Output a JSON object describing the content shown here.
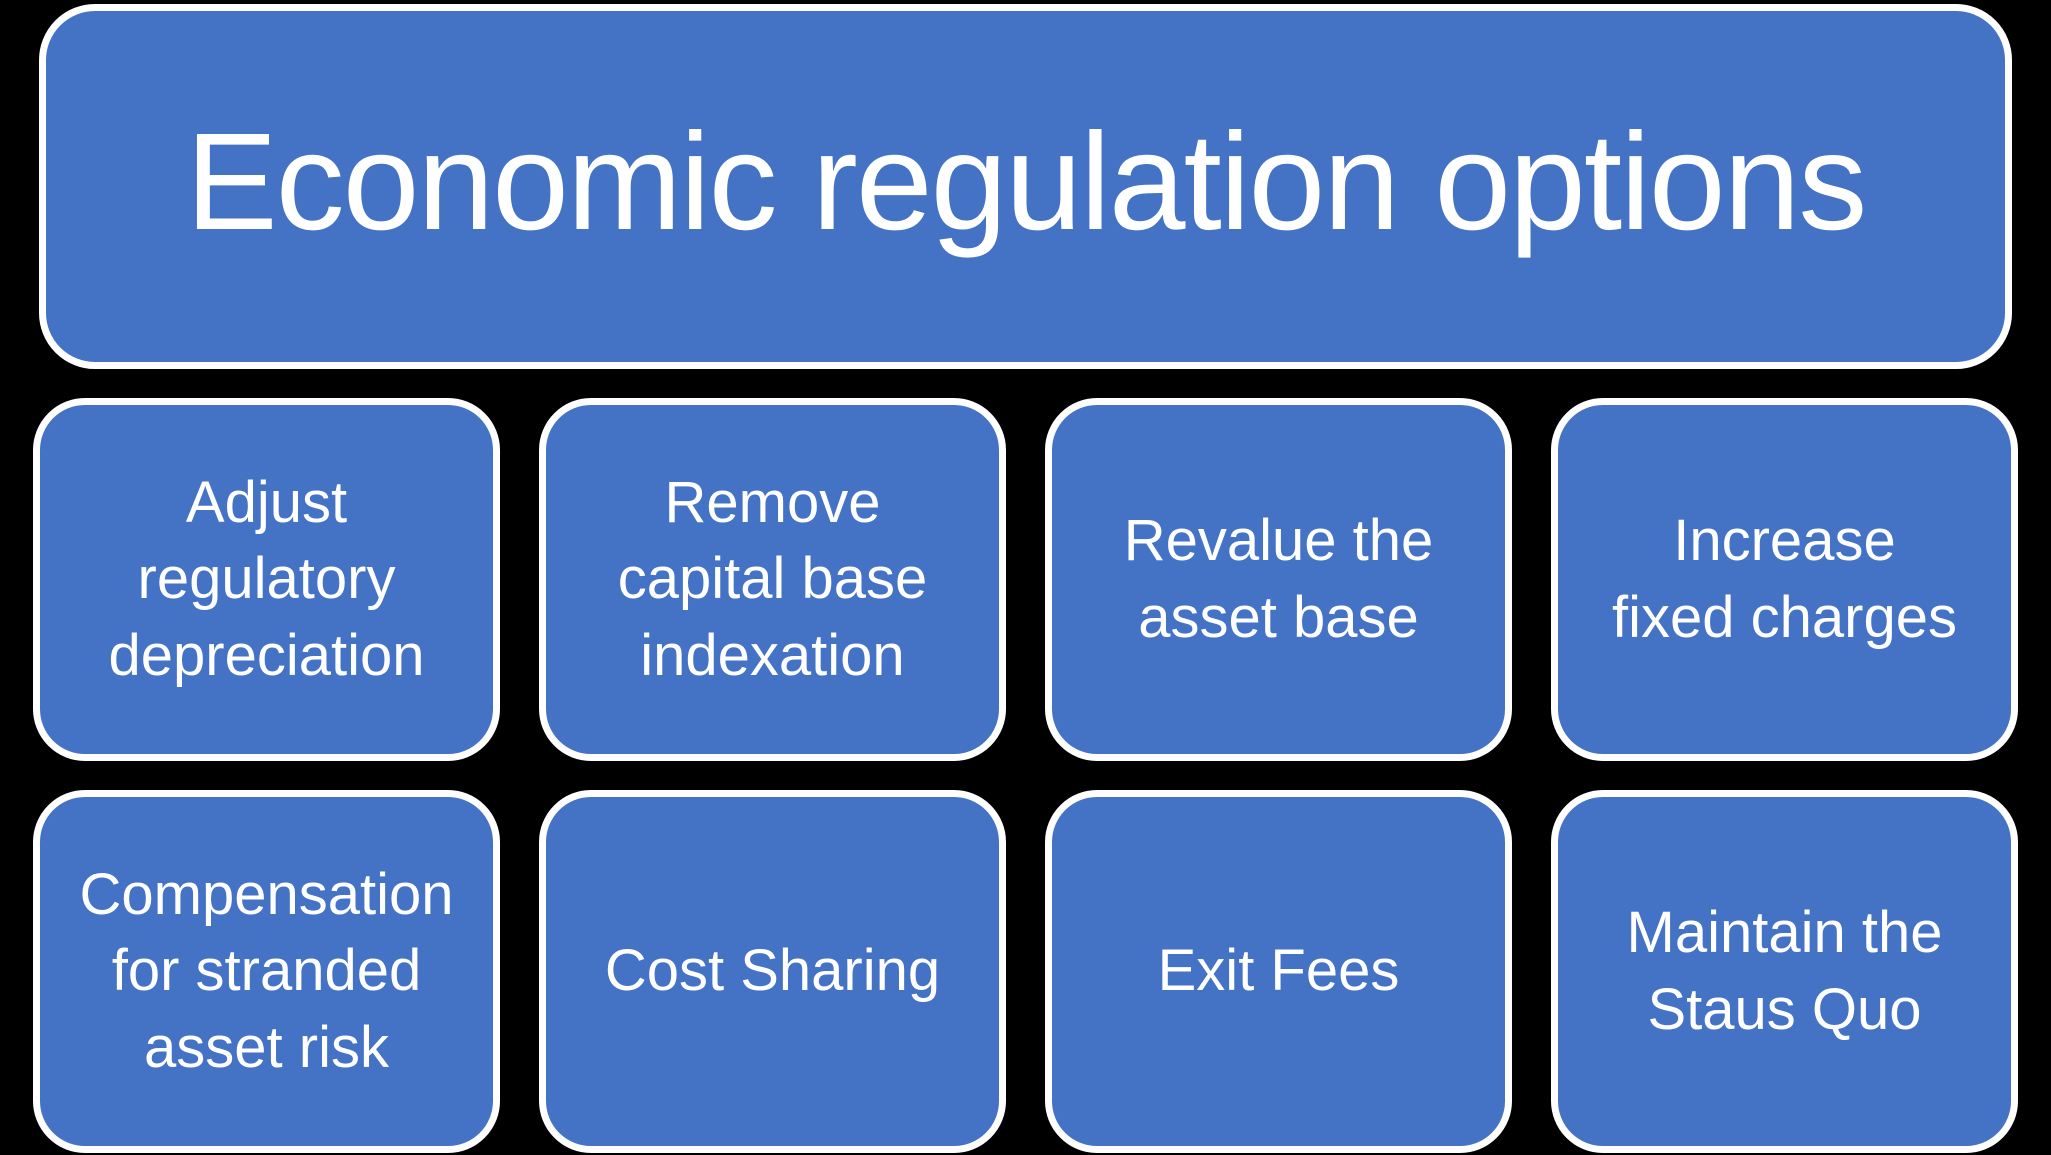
{
  "title": "Economic regulation options",
  "colors": {
    "background": "#000000",
    "box_fill": "#4472C4",
    "box_border": "#FFFFFF",
    "text": "#FFFFFF"
  },
  "options": [
    {
      "label": "Adjust\nregulatory\ndepreciation"
    },
    {
      "label": "Remove\ncapital base\nindexation"
    },
    {
      "label": "Revalue the\nasset base"
    },
    {
      "label": "Increase\nfixed charges"
    },
    {
      "label": "Compensation\nfor stranded\nasset risk"
    },
    {
      "label": "Cost Sharing"
    },
    {
      "label": "Exit Fees"
    },
    {
      "label": "Maintain the\nStaus Quo"
    }
  ]
}
